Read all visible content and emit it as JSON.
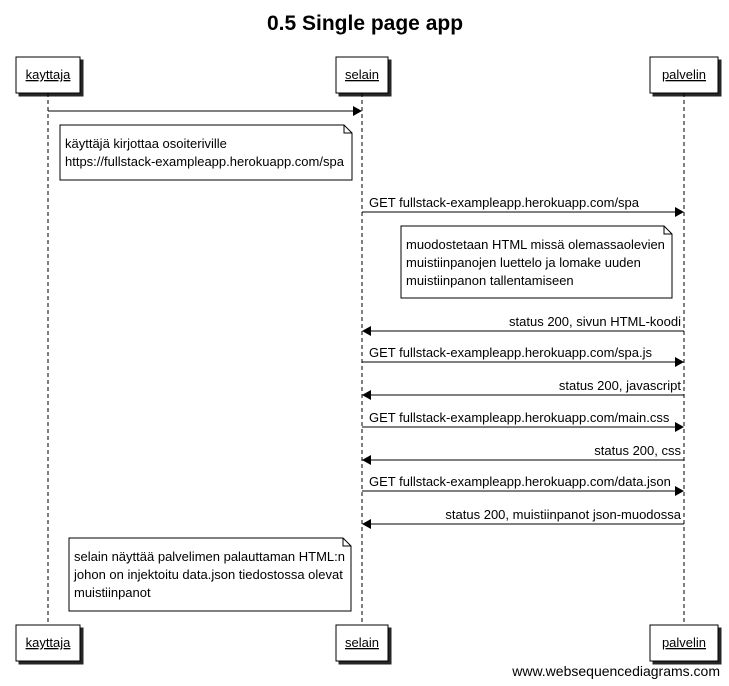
{
  "title": "0.5 Single page app",
  "actors": [
    {
      "id": "kayttaja",
      "label": "kayttaja"
    },
    {
      "id": "selain",
      "label": "selain"
    },
    {
      "id": "palvelin",
      "label": "palvelin"
    }
  ],
  "events": [
    {
      "type": "message",
      "from": "kayttaja",
      "to": "selain",
      "label": ""
    },
    {
      "type": "note",
      "over": "kayttaja",
      "lines": [
        "käyttäjä kirjottaa osoiteriville",
        "https://fullstack-exampleapp.herokuapp.com/spa"
      ]
    },
    {
      "type": "message",
      "from": "selain",
      "to": "palvelin",
      "label": "GET fullstack-exampleapp.herokuapp.com/spa"
    },
    {
      "type": "note",
      "over": "palvelin",
      "lines": [
        "muodostetaan HTML missä olemassaolevien",
        "muistiinpanojen luettelo ja lomake uuden",
        "muistiinpanon tallentamiseen"
      ]
    },
    {
      "type": "message",
      "from": "palvelin",
      "to": "selain",
      "label": "status 200, sivun HTML-koodi"
    },
    {
      "type": "message",
      "from": "selain",
      "to": "palvelin",
      "label": "GET fullstack-exampleapp.herokuapp.com/spa.js"
    },
    {
      "type": "message",
      "from": "palvelin",
      "to": "selain",
      "label": "status 200, javascript"
    },
    {
      "type": "message",
      "from": "selain",
      "to": "palvelin",
      "label": "GET fullstack-exampleapp.herokuapp.com/main.css"
    },
    {
      "type": "message",
      "from": "palvelin",
      "to": "selain",
      "label": "status 200, css"
    },
    {
      "type": "message",
      "from": "selain",
      "to": "palvelin",
      "label": "GET fullstack-exampleapp.herokuapp.com/data.json"
    },
    {
      "type": "message",
      "from": "palvelin",
      "to": "selain",
      "label": "status 200, muistiinpanot json-muodossa"
    },
    {
      "type": "note",
      "over": "kayttaja",
      "lines": [
        "selain näyttää palvelimen palauttaman HTML:n",
        "johon on injektoitu data.json tiedostossa olevat",
        "muistiinpanot"
      ]
    }
  ],
  "footer": "www.websequencediagrams.com"
}
